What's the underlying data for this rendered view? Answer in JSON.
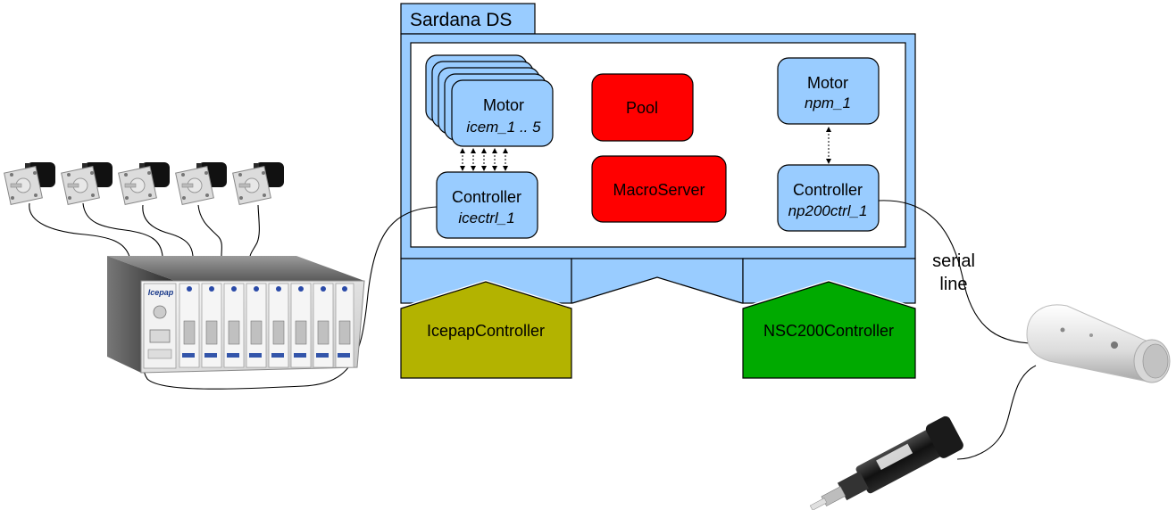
{
  "tab_title": "Sardana DS",
  "left_motor": {
    "title": "Motor",
    "name": "icem_1 .. 5"
  },
  "left_controller": {
    "title": "Controller",
    "name": "icectrl_1"
  },
  "pool_label": "Pool",
  "macroserver_label": "MacroServer",
  "right_motor": {
    "title": "Motor",
    "name": "npm_1"
  },
  "right_controller": {
    "title": "Controller",
    "name": "np200ctrl_1"
  },
  "icepap_controller_label": "IcepapController",
  "nsc_controller_label": "NSC200Controller",
  "serial_label": [
    "serial",
    "line"
  ],
  "icepap_rack_label": "Icepap",
  "colors": {
    "light_blue": "#99ccff",
    "red": "#ff0000",
    "olive": "#b3b300",
    "green": "#00aa00",
    "navy": "#000080"
  },
  "icons": [
    "stepper-motor-icon",
    "icepap-rack-icon",
    "nsc200-controller-icon",
    "piezo-actuator-icon"
  ]
}
